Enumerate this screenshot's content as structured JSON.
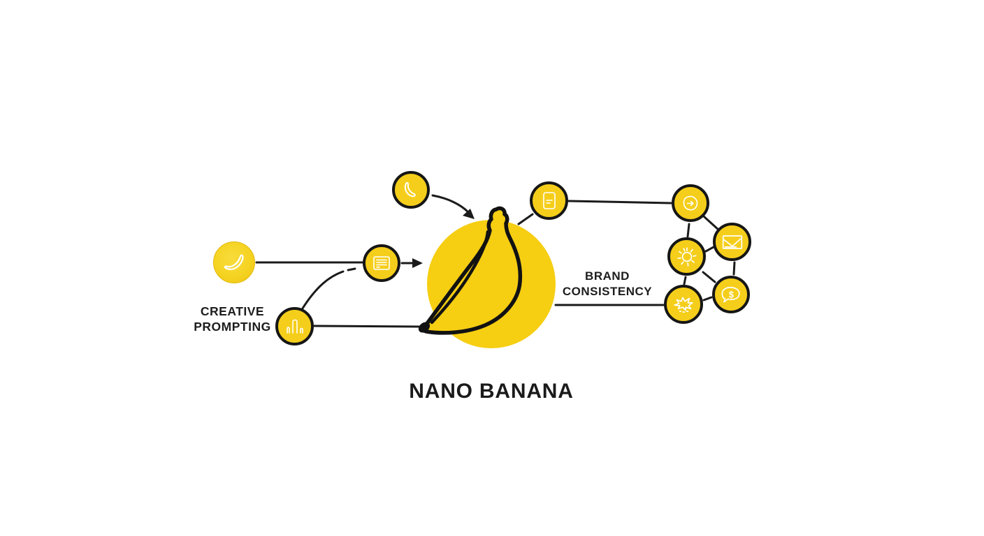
{
  "title": "NANO BANANA",
  "labels": {
    "creative": {
      "line1": "CREATIVE",
      "line2": "PROMPTING"
    },
    "brand": {
      "line1": "BRAND",
      "line2": "CONSISTENCY"
    }
  },
  "icons": {
    "money_symbol": "$",
    "names": [
      "banana-outline-icon",
      "bar-chart-icon",
      "document-icon",
      "crescent-banana-icon",
      "banana-illustration",
      "phone-card-icon",
      "cycle-arrow-icon",
      "envelope-icon",
      "sun-icon",
      "burst-icon",
      "money-bubble-icon"
    ]
  },
  "colors": {
    "banana_yellow": "#F5CE1B",
    "big_circle_yellow": "#F6CE12",
    "outline_black": "#1B1B1B",
    "icon_white": "#FFFFFF",
    "text": "#1D1D1D",
    "background": "#FFFFFF"
  },
  "nodes": [
    {
      "id": "banana-sketch-input",
      "icon": "banana-outline-icon"
    },
    {
      "id": "analytics-bars",
      "icon": "bar-chart-icon"
    },
    {
      "id": "prompt-document",
      "icon": "document-icon"
    },
    {
      "id": "banana-crescent",
      "icon": "crescent-banana-icon"
    },
    {
      "id": "nano-banana-core",
      "icon": "banana-illustration"
    },
    {
      "id": "phone-card",
      "icon": "phone-card-icon"
    },
    {
      "id": "cycle",
      "icon": "cycle-arrow-icon"
    },
    {
      "id": "message",
      "icon": "envelope-icon"
    },
    {
      "id": "sun",
      "icon": "sun-icon"
    },
    {
      "id": "burst",
      "icon": "burst-icon"
    },
    {
      "id": "money",
      "icon": "money-bubble-icon"
    }
  ]
}
